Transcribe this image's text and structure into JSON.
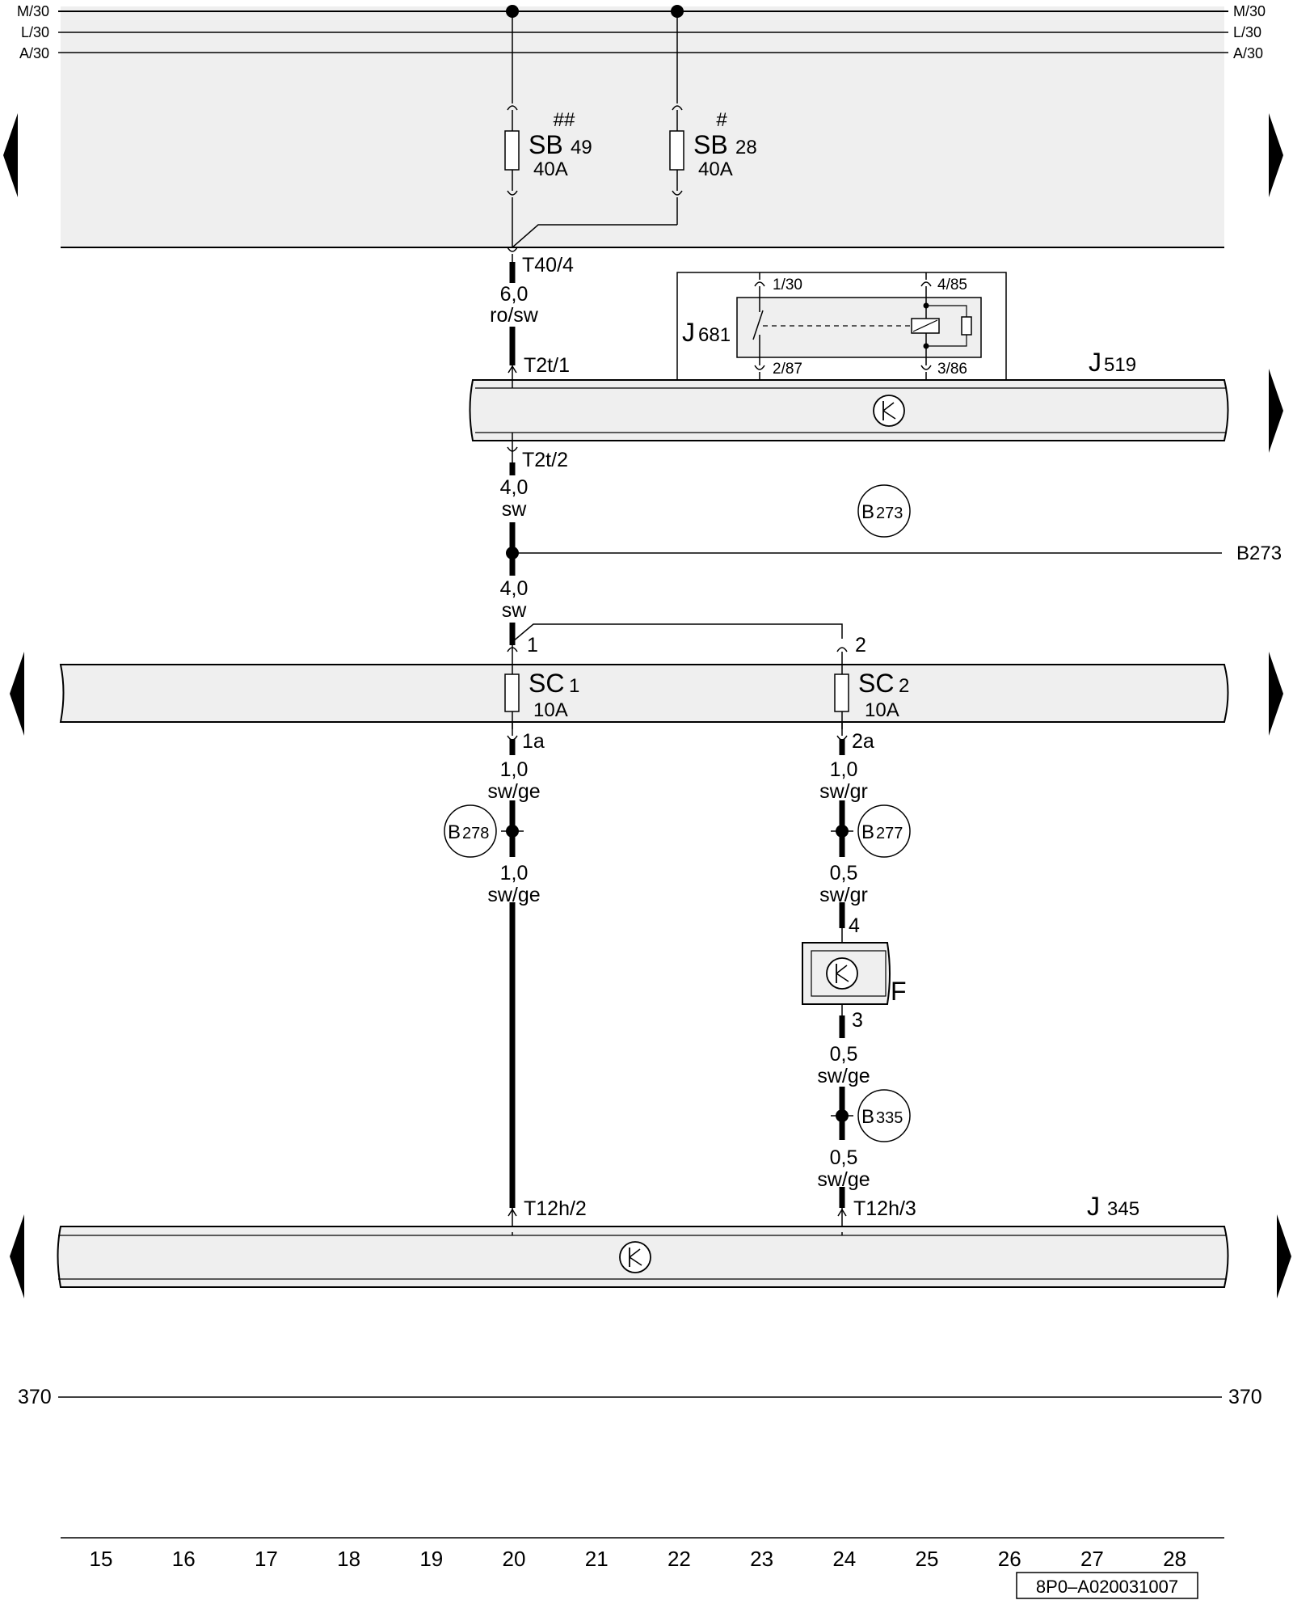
{
  "rails": {
    "m30": "M/30",
    "l30": "L/30",
    "a30": "A/30",
    "r370": "370"
  },
  "fuses": {
    "sb49": {
      "mark": "##",
      "name": "SB",
      "num": "49",
      "rating": "40A"
    },
    "sb28": {
      "mark": "#",
      "name": "SB",
      "num": "28",
      "rating": "40A"
    },
    "sc1": {
      "name": "SC",
      "num": "1",
      "rating": "10A",
      "pin_in": "1",
      "pin_out": "1a"
    },
    "sc2": {
      "name": "SC",
      "num": "2",
      "rating": "10A",
      "pin_in": "2",
      "pin_out": "2a"
    }
  },
  "connectors": {
    "t40_4": "T40/4",
    "t2t_1": "T2t/1",
    "t2t_2": "T2t/2",
    "t12h_2": "T12h/2",
    "t12h_3": "T12h/3",
    "f_pin4": "4",
    "f_pin3": "3"
  },
  "wires": {
    "w1": {
      "size": "6,0",
      "color": "ro/sw"
    },
    "w2": {
      "size": "4,0",
      "color": "sw"
    },
    "w3": {
      "size": "4,0",
      "color": "sw"
    },
    "w4": {
      "size": "1,0",
      "color": "sw/ge"
    },
    "w5": {
      "size": "1,0",
      "color": "sw/ge"
    },
    "w6": {
      "size": "1,0",
      "color": "sw/gr"
    },
    "w7": {
      "size": "0,5",
      "color": "sw/gr"
    },
    "w8": {
      "size": "0,5",
      "color": "sw/ge"
    },
    "w9": {
      "size": "0,5",
      "color": "sw/ge"
    }
  },
  "relay": {
    "name": "J",
    "num": "681",
    "pin_1_30": "1/30",
    "pin_4_85": "4/85",
    "pin_2_87": "2/87",
    "pin_3_86": "3/86"
  },
  "components": {
    "j519": {
      "name": "J",
      "num": "519"
    },
    "j345": {
      "name": "J",
      "num": "345"
    },
    "f": "F"
  },
  "refs": {
    "b273": {
      "letter": "B",
      "num": "273",
      "side_label": "B273"
    },
    "b278": {
      "letter": "B",
      "num": "278"
    },
    "b277": {
      "letter": "B",
      "num": "277"
    },
    "b335": {
      "letter": "B",
      "num": "335"
    }
  },
  "columns": [
    "15",
    "16",
    "17",
    "18",
    "19",
    "20",
    "21",
    "22",
    "23",
    "24",
    "25",
    "26",
    "27",
    "28"
  ],
  "diagram_code": "8P0–A020031007"
}
